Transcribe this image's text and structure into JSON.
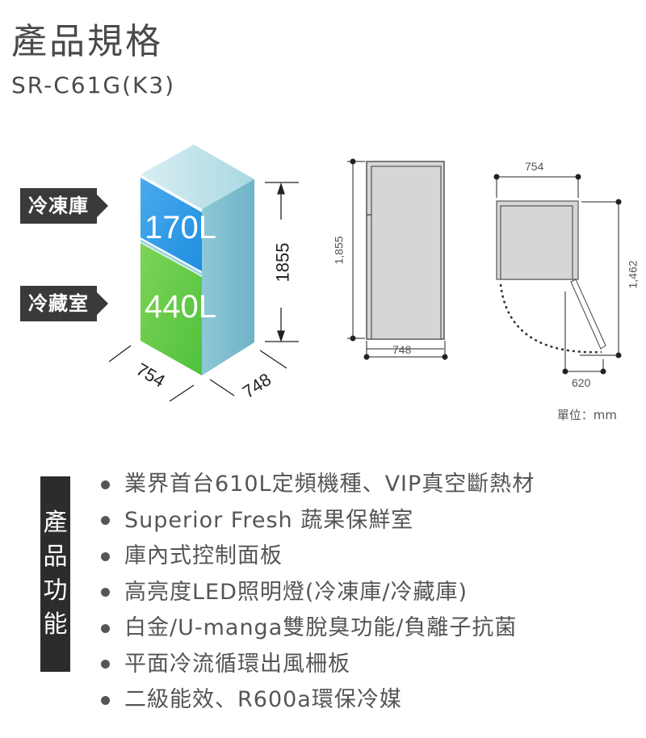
{
  "header": {
    "title": "產品規格",
    "model": "SR-C61G(K3)"
  },
  "iso_diagram": {
    "freezer_tag": "冷凍庫",
    "fridge_tag": "冷藏室",
    "freezer_capacity": "170L",
    "fridge_capacity": "440L",
    "height": "1855",
    "width": "754",
    "depth": "748",
    "colors": {
      "freezer": "#2f9be6",
      "fridge": "#62c94a",
      "side": "#7fbfd0",
      "top": "#cde9f0"
    }
  },
  "side_view": {
    "height": "1,855",
    "depth": "748"
  },
  "top_view": {
    "width": "754",
    "door_open_depth": "1,462",
    "door_clearance": "620"
  },
  "unit_label": "單位：mm",
  "features": {
    "label_chars": [
      "產",
      "品",
      "功",
      "能"
    ],
    "items": [
      "業界首台610L定頻機種、VIP真空斷熱材",
      "Superior Fresh 蔬果保鮮室",
      "庫內式控制面板",
      "高亮度LED照明燈(冷凍庫/冷藏庫)",
      "白金/U-manga雙脫臭功能/負離子抗菌",
      "平面冷流循環出風柵板",
      "二級能效、R600a環保冷媒"
    ]
  }
}
